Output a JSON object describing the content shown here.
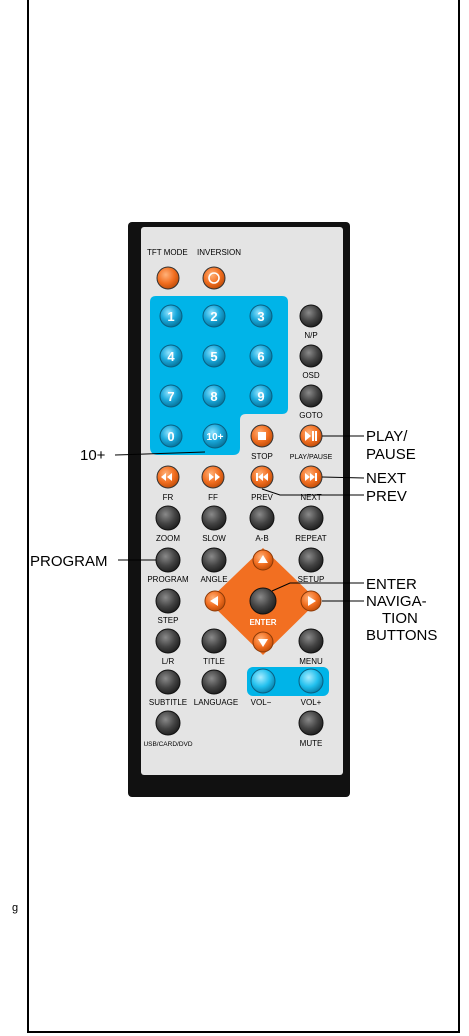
{
  "margin_mark": "g",
  "remote": {
    "top_labels": {
      "tft_mode": "TFT MODE",
      "inversion": "INVERSION"
    },
    "numbers": [
      "1",
      "2",
      "3",
      "4",
      "5",
      "6",
      "7",
      "8",
      "9",
      "0",
      "10+"
    ],
    "labels": {
      "np": "N/P",
      "osd": "OSD",
      "goto": "GOTO",
      "stop": "STOP",
      "play_pause": "PLAY/PAUSE",
      "fr": "FR",
      "ff": "FF",
      "prev": "PREV",
      "next": "NEXT",
      "zoom": "ZOOM",
      "slow": "SLOW",
      "ab": "A-B",
      "repeat": "REPEAT",
      "program": "PROGRAM",
      "angle": "ANGLE",
      "setup": "SETUP",
      "step": "STEP",
      "enter": "ENTER",
      "lr": "L/R",
      "title": "TITLE",
      "menu": "MENU",
      "subtitle": "SUBTITLE",
      "language": "LANGUAGE",
      "vol_minus": "VOL−",
      "vol_plus": "VOL+",
      "usb": "USB/CARD/DVD",
      "mute": "MUTE"
    }
  },
  "callouts": {
    "ten_plus": "10+",
    "play_pause_1": "PLAY/",
    "play_pause_2": "PAUSE",
    "next": "NEXT",
    "prev": "PREV",
    "program": "PROGRAM",
    "enter": "ENTER",
    "nav_1": "NAVIGA-",
    "nav_2": "TION",
    "nav_3": "BUTTONS"
  },
  "colors": {
    "orange": "#f26f21",
    "cyan": "#00b4e8",
    "dark_button": "#3f3f3f",
    "body": "#e4e4e4",
    "border": "#111111"
  }
}
